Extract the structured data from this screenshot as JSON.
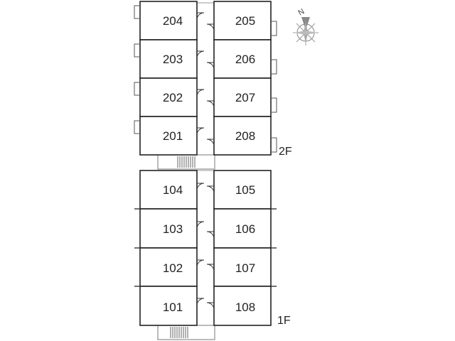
{
  "floors": [
    {
      "label": "2F",
      "left_units": [
        "204",
        "203",
        "202",
        "201"
      ],
      "right_units": [
        "205",
        "206",
        "207",
        "208"
      ]
    },
    {
      "label": "1F",
      "left_units": [
        "104",
        "103",
        "102",
        "101"
      ],
      "right_units": [
        "105",
        "106",
        "107",
        "108"
      ]
    }
  ],
  "compass": {
    "north_label": "N"
  }
}
